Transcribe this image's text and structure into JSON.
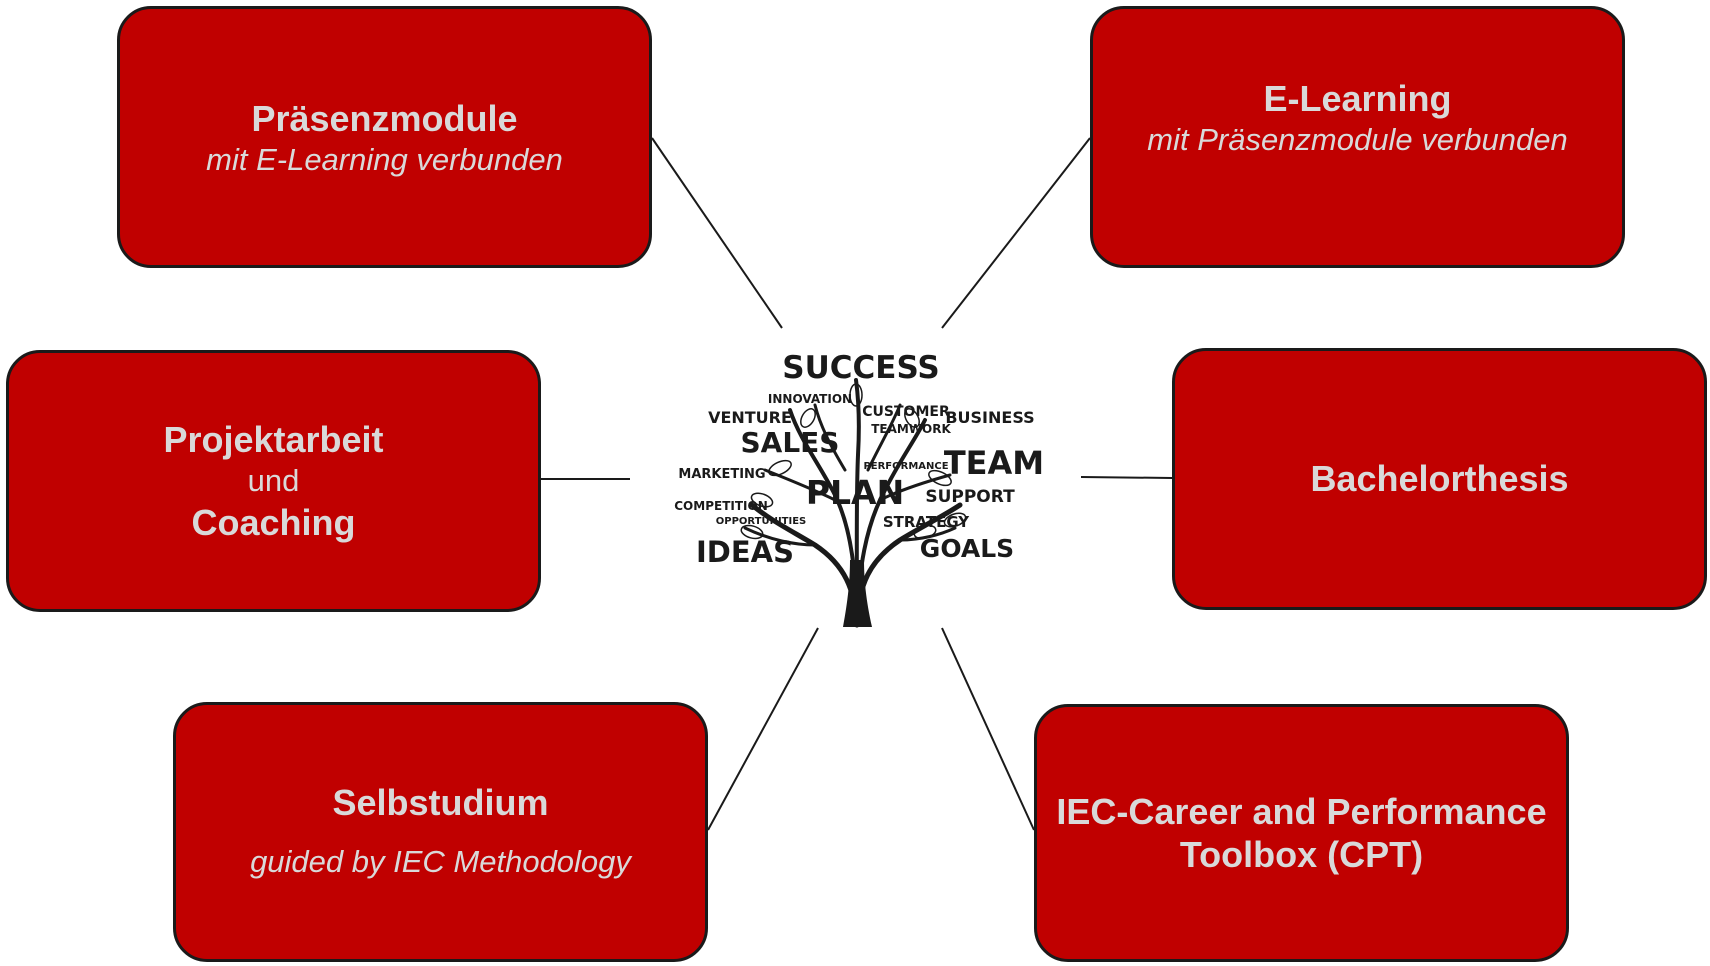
{
  "boxes": {
    "praesenz": {
      "title": "Präsenzmodule",
      "subtitle": "mit E-Learning verbunden"
    },
    "elearning": {
      "title": "E-Learning",
      "subtitle": "mit Präsenzmodule verbunden"
    },
    "projekt": {
      "title": "Projektarbeit",
      "middle": "und",
      "title2": "Coaching"
    },
    "bachelor": {
      "title": "Bachelorthesis"
    },
    "selbst": {
      "title": "Selbstudium",
      "subtitle": "guided by IEC Methodology"
    },
    "iec": {
      "line1": "IEC-Career and Performance",
      "line2": "Toolbox (CPT)"
    }
  },
  "tree_words": {
    "success": "SUCCESS",
    "innovation": "INNOVATION",
    "venture": "VENTURE",
    "customer": "CUSTOMER",
    "teamwork": "TEAMWORK",
    "business": "BUSINESS",
    "sales": "SALES",
    "team": "TEAM",
    "marketing": "MARKETING",
    "performance": "PERFORMANCE",
    "plan": "PLAN",
    "support": "SUPPORT",
    "competition": "COMPETITION",
    "opportunities": "OPPORTUNITIES",
    "strategy": "STRATEGY",
    "ideas": "IDEAS",
    "goals": "GOALS"
  },
  "colors": {
    "box_fill": "#c00000",
    "box_text": "#d9d9d9",
    "outline": "#1a1a1a"
  }
}
